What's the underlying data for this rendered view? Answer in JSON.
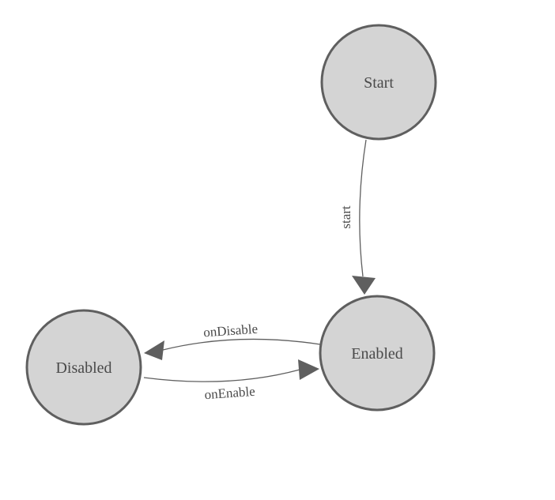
{
  "diagram": {
    "type": "state-machine",
    "colors": {
      "background": "#ffffff",
      "node_fill": "#d4d4d4",
      "node_stroke": "#5f5f5f",
      "edge": "#5f5f5f",
      "text": "#4a4a4a"
    },
    "nodes": [
      {
        "id": "start",
        "label": "Start"
      },
      {
        "id": "enabled",
        "label": "Enabled"
      },
      {
        "id": "disabled",
        "label": "Disabled"
      }
    ],
    "edges": [
      {
        "from": "start",
        "to": "enabled",
        "label": "start"
      },
      {
        "from": "enabled",
        "to": "disabled",
        "label": "onDisable"
      },
      {
        "from": "disabled",
        "to": "enabled",
        "label": "onEnable"
      }
    ]
  }
}
